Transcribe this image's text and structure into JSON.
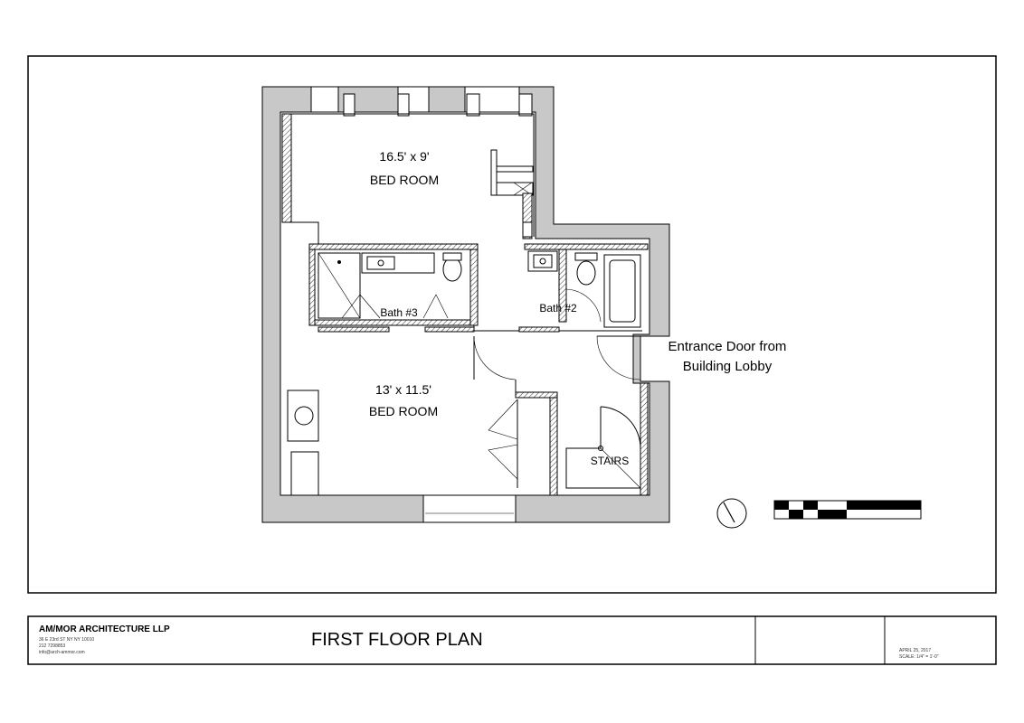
{
  "rooms": {
    "bed_room_1_dims": "16.5' x 9'",
    "bed_room_1_label": "BED ROOM",
    "bed_room_2_dims": "13' x 11.5'",
    "bed_room_2_label": "BED ROOM",
    "bath_3_label": "Bath #3",
    "bath_2_label": "Bath #2",
    "stairs_label": "STAIRS"
  },
  "annotations": {
    "entrance_line1": "Entrance Door from",
    "entrance_line2": "Building Lobby"
  },
  "title_block": {
    "firm_name": "AM/MOR ARCHITECTURE LLP",
    "address": "36 E 23rd ST NY NY 10010",
    "phone": "212 7298853",
    "email": "info@arch-ammor.com",
    "drawing_title": "FIRST FLOOR PLAN",
    "date": "APRIL 25, 2017",
    "scale": "SCALE: 1/4\" = 1'-0\""
  },
  "icons": {
    "north_arrow": "north-arrow-icon",
    "scale_bar": "scale-bar-icon"
  }
}
